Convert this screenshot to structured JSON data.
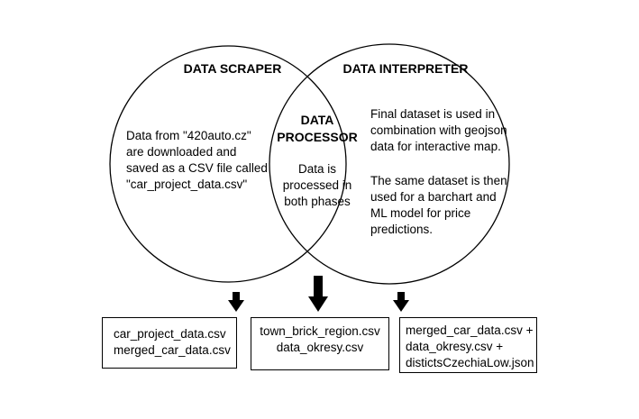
{
  "scraper": {
    "title": "DATA SCRAPER",
    "lines": [
      "Data from \"420auto.cz\"",
      "are downloaded and",
      "saved as a CSV file called",
      "\"car_project_data.csv\""
    ]
  },
  "processor": {
    "title_lines": [
      "DATA",
      "PROCESSOR"
    ],
    "lines": [
      "Data is",
      "processed in",
      "both phases"
    ]
  },
  "interpreter": {
    "title": "DATA INTERPRETER",
    "lines": [
      "Final dataset is used in",
      "combination with geojson",
      "data for interactive map.",
      "",
      "The same dataset is then",
      "used for a barchart and",
      "ML model for price",
      "predictions."
    ]
  },
  "outputs": {
    "left": [
      "car_project_data.csv",
      "merged_car_data.csv"
    ],
    "middle": [
      "town_brick_region.csv",
      "data_okresy.csv"
    ],
    "right": [
      "merged_car_data.csv +",
      "data_okresy.csv +",
      "distictsCzechiaLow.json"
    ]
  }
}
